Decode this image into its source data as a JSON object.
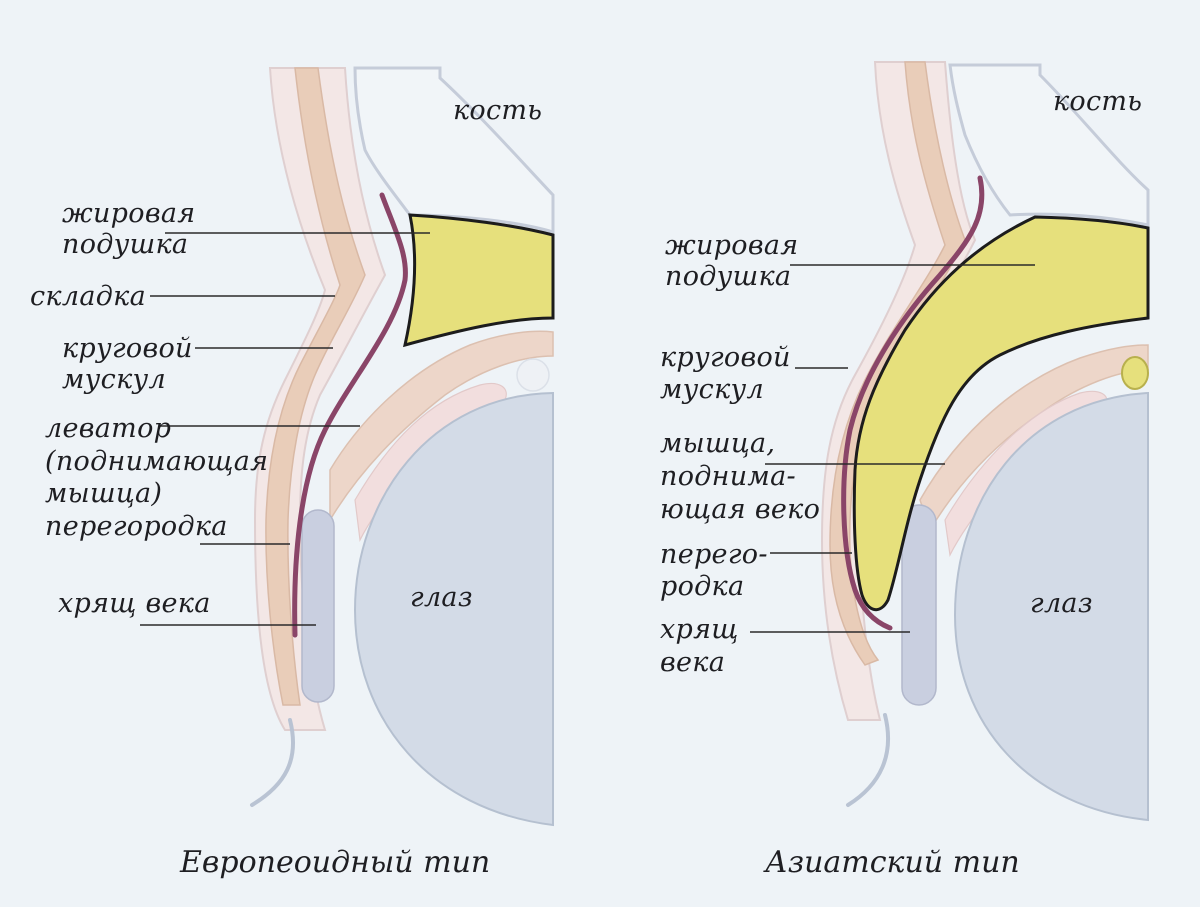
{
  "european": {
    "caption": "Европеоидный тип",
    "bone": "кость",
    "eye": "глаз",
    "fat_pad": [
      "жировая",
      "подушка"
    ],
    "fold": "складка",
    "orbicularis": [
      "круговой",
      "мускул"
    ],
    "levator": [
      "леватор",
      "(поднимающая",
      "мышца)"
    ],
    "septum": "перегородка",
    "tarsus": "хрящ века"
  },
  "asian": {
    "caption": "Азиатский тип",
    "bone": "кость",
    "eye": "глаз",
    "fat_pad": [
      "жировая",
      "подушка"
    ],
    "orbicularis": [
      "круговой",
      "мускул"
    ],
    "levator": [
      "мышца,",
      "поднима-",
      "ющая веко"
    ],
    "septum": [
      "перего-",
      "родка"
    ],
    "tarsus": [
      "хрящ",
      "века"
    ]
  },
  "colors": {
    "background": "#eef3f7",
    "fat": "#e6e07c",
    "eyeball": "#d3dbe7",
    "septum_line": "#8a4568",
    "muscle": "#e8cfbf",
    "skin": "#f2e6e3"
  }
}
